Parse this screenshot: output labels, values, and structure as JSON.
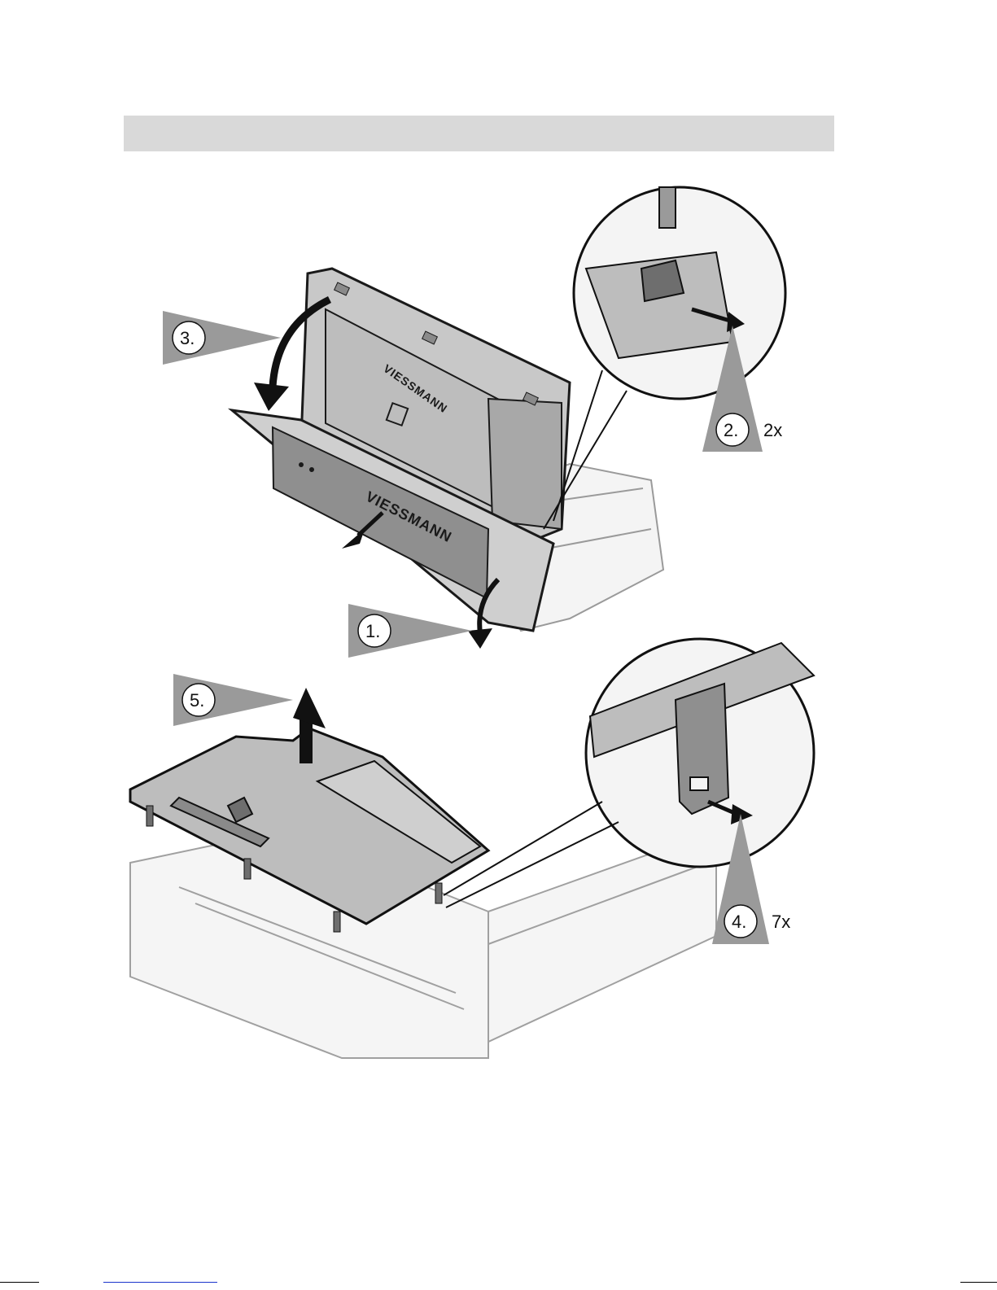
{
  "header": {
    "title": ""
  },
  "figure": {
    "brand_front": "VIESSMANN",
    "brand_top": "VIESSMANN",
    "steps": [
      {
        "label": "1."
      },
      {
        "label": "2.",
        "count": "2x"
      },
      {
        "label": "3."
      },
      {
        "label": "4.",
        "count": "7x"
      },
      {
        "label": "5."
      }
    ]
  },
  "colors": {
    "header_bar": "#d9d9d9",
    "wedge": "#9a9a9a",
    "panel": "#bdbdbd",
    "dark": "#6e6e6e",
    "outline": "#1a1a1a",
    "base": "#f2f2f2",
    "footer_link": "#1a33cc"
  }
}
